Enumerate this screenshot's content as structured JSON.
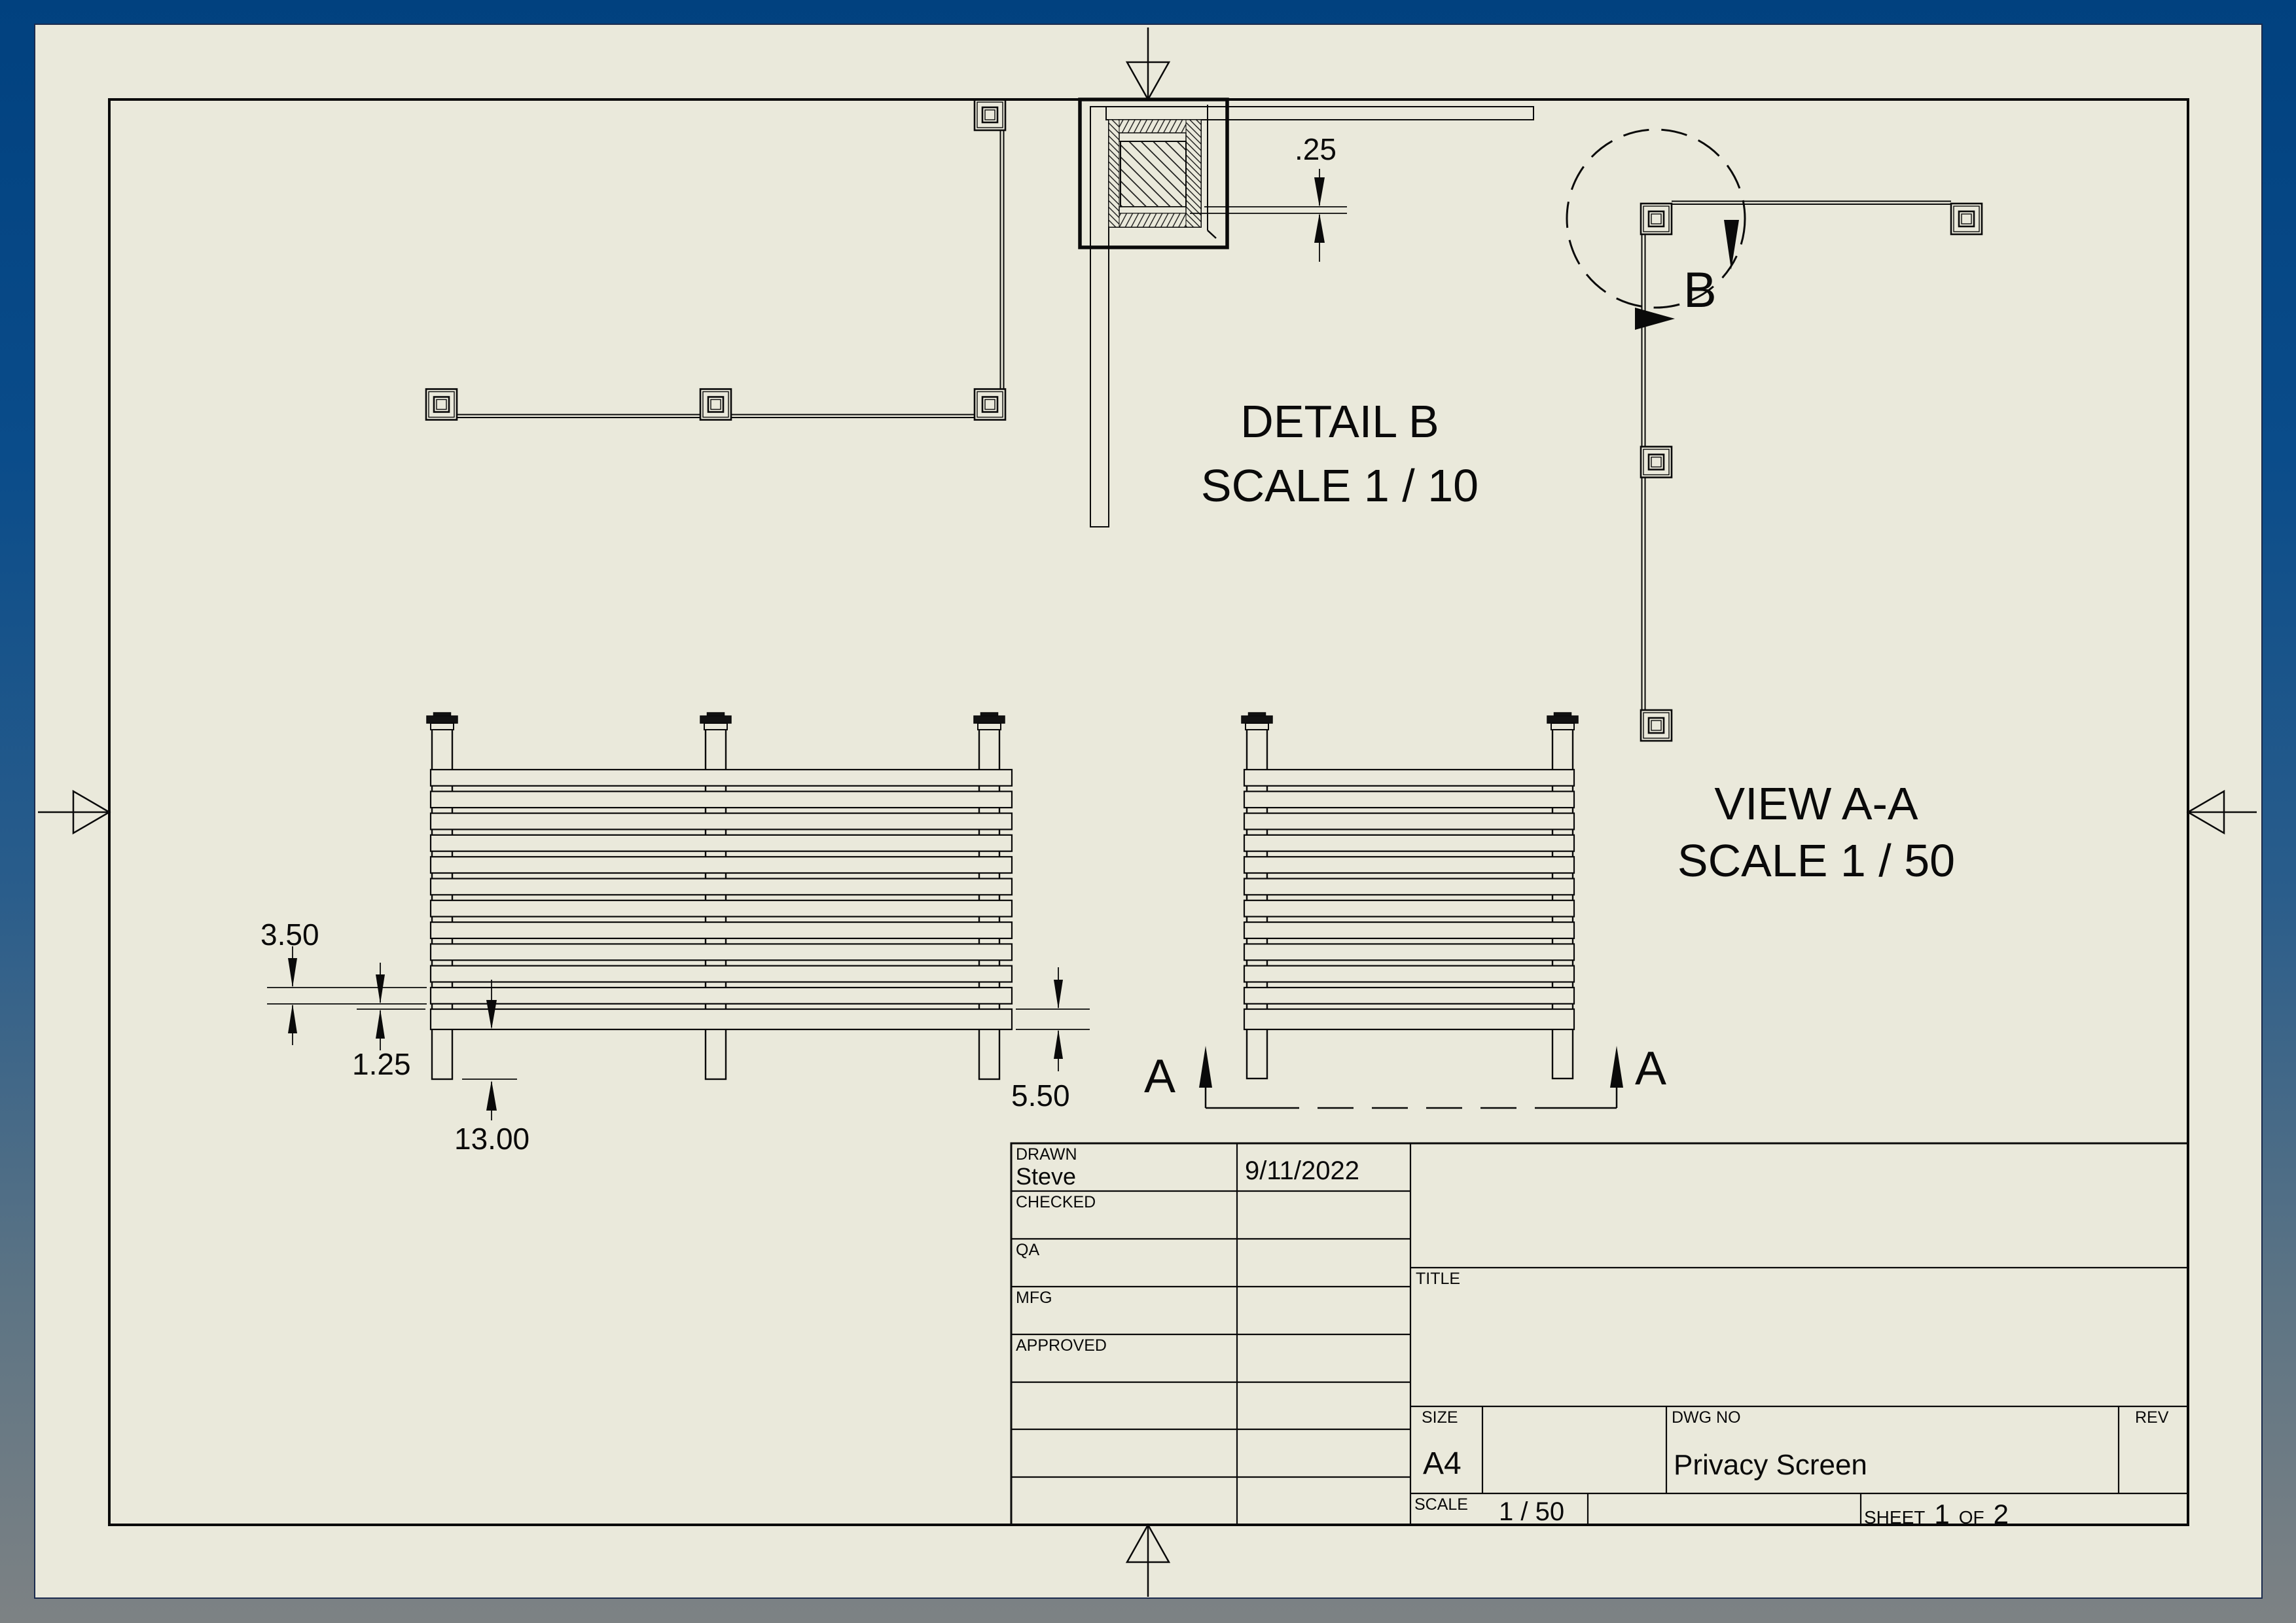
{
  "annotations": {
    "detail_title": "DETAIL  B",
    "detail_scale": "SCALE 1 / 10",
    "section_view_title": "VIEW A-A",
    "section_view_scale": "SCALE 1 / 50",
    "detail_marker": "B",
    "section_marker_left": "A",
    "section_marker_right": "A"
  },
  "dimensions": {
    "board_width": "3.50",
    "board_gap": "1.25",
    "post_depth": "13.00",
    "kickboard_height": "5.50",
    "detail_gap": ".25"
  },
  "title_block": {
    "approvals": [
      {
        "label": "DRAWN",
        "name": "Steve",
        "date": "9/11/2022"
      },
      {
        "label": "CHECKED"
      },
      {
        "label": "QA"
      },
      {
        "label": "MFG"
      },
      {
        "label": "APPROVED"
      }
    ],
    "title_label": "TITLE",
    "size_label": "SIZE",
    "size_value": "A4",
    "dwg_no_label": "DWG NO",
    "dwg_no_value": "Privacy Screen",
    "rev_label": "REV",
    "scale_label": "SCALE",
    "scale_value": "1 / 50",
    "sheet_label": "SHEET",
    "sheet_number": "1",
    "sheet_of_label": "OF",
    "sheet_total": "2"
  },
  "colors": {
    "paper": "#eae9db",
    "ink": "#0a0a0a",
    "surround_top": "#01417f",
    "surround_bottom": "#7d8284"
  }
}
